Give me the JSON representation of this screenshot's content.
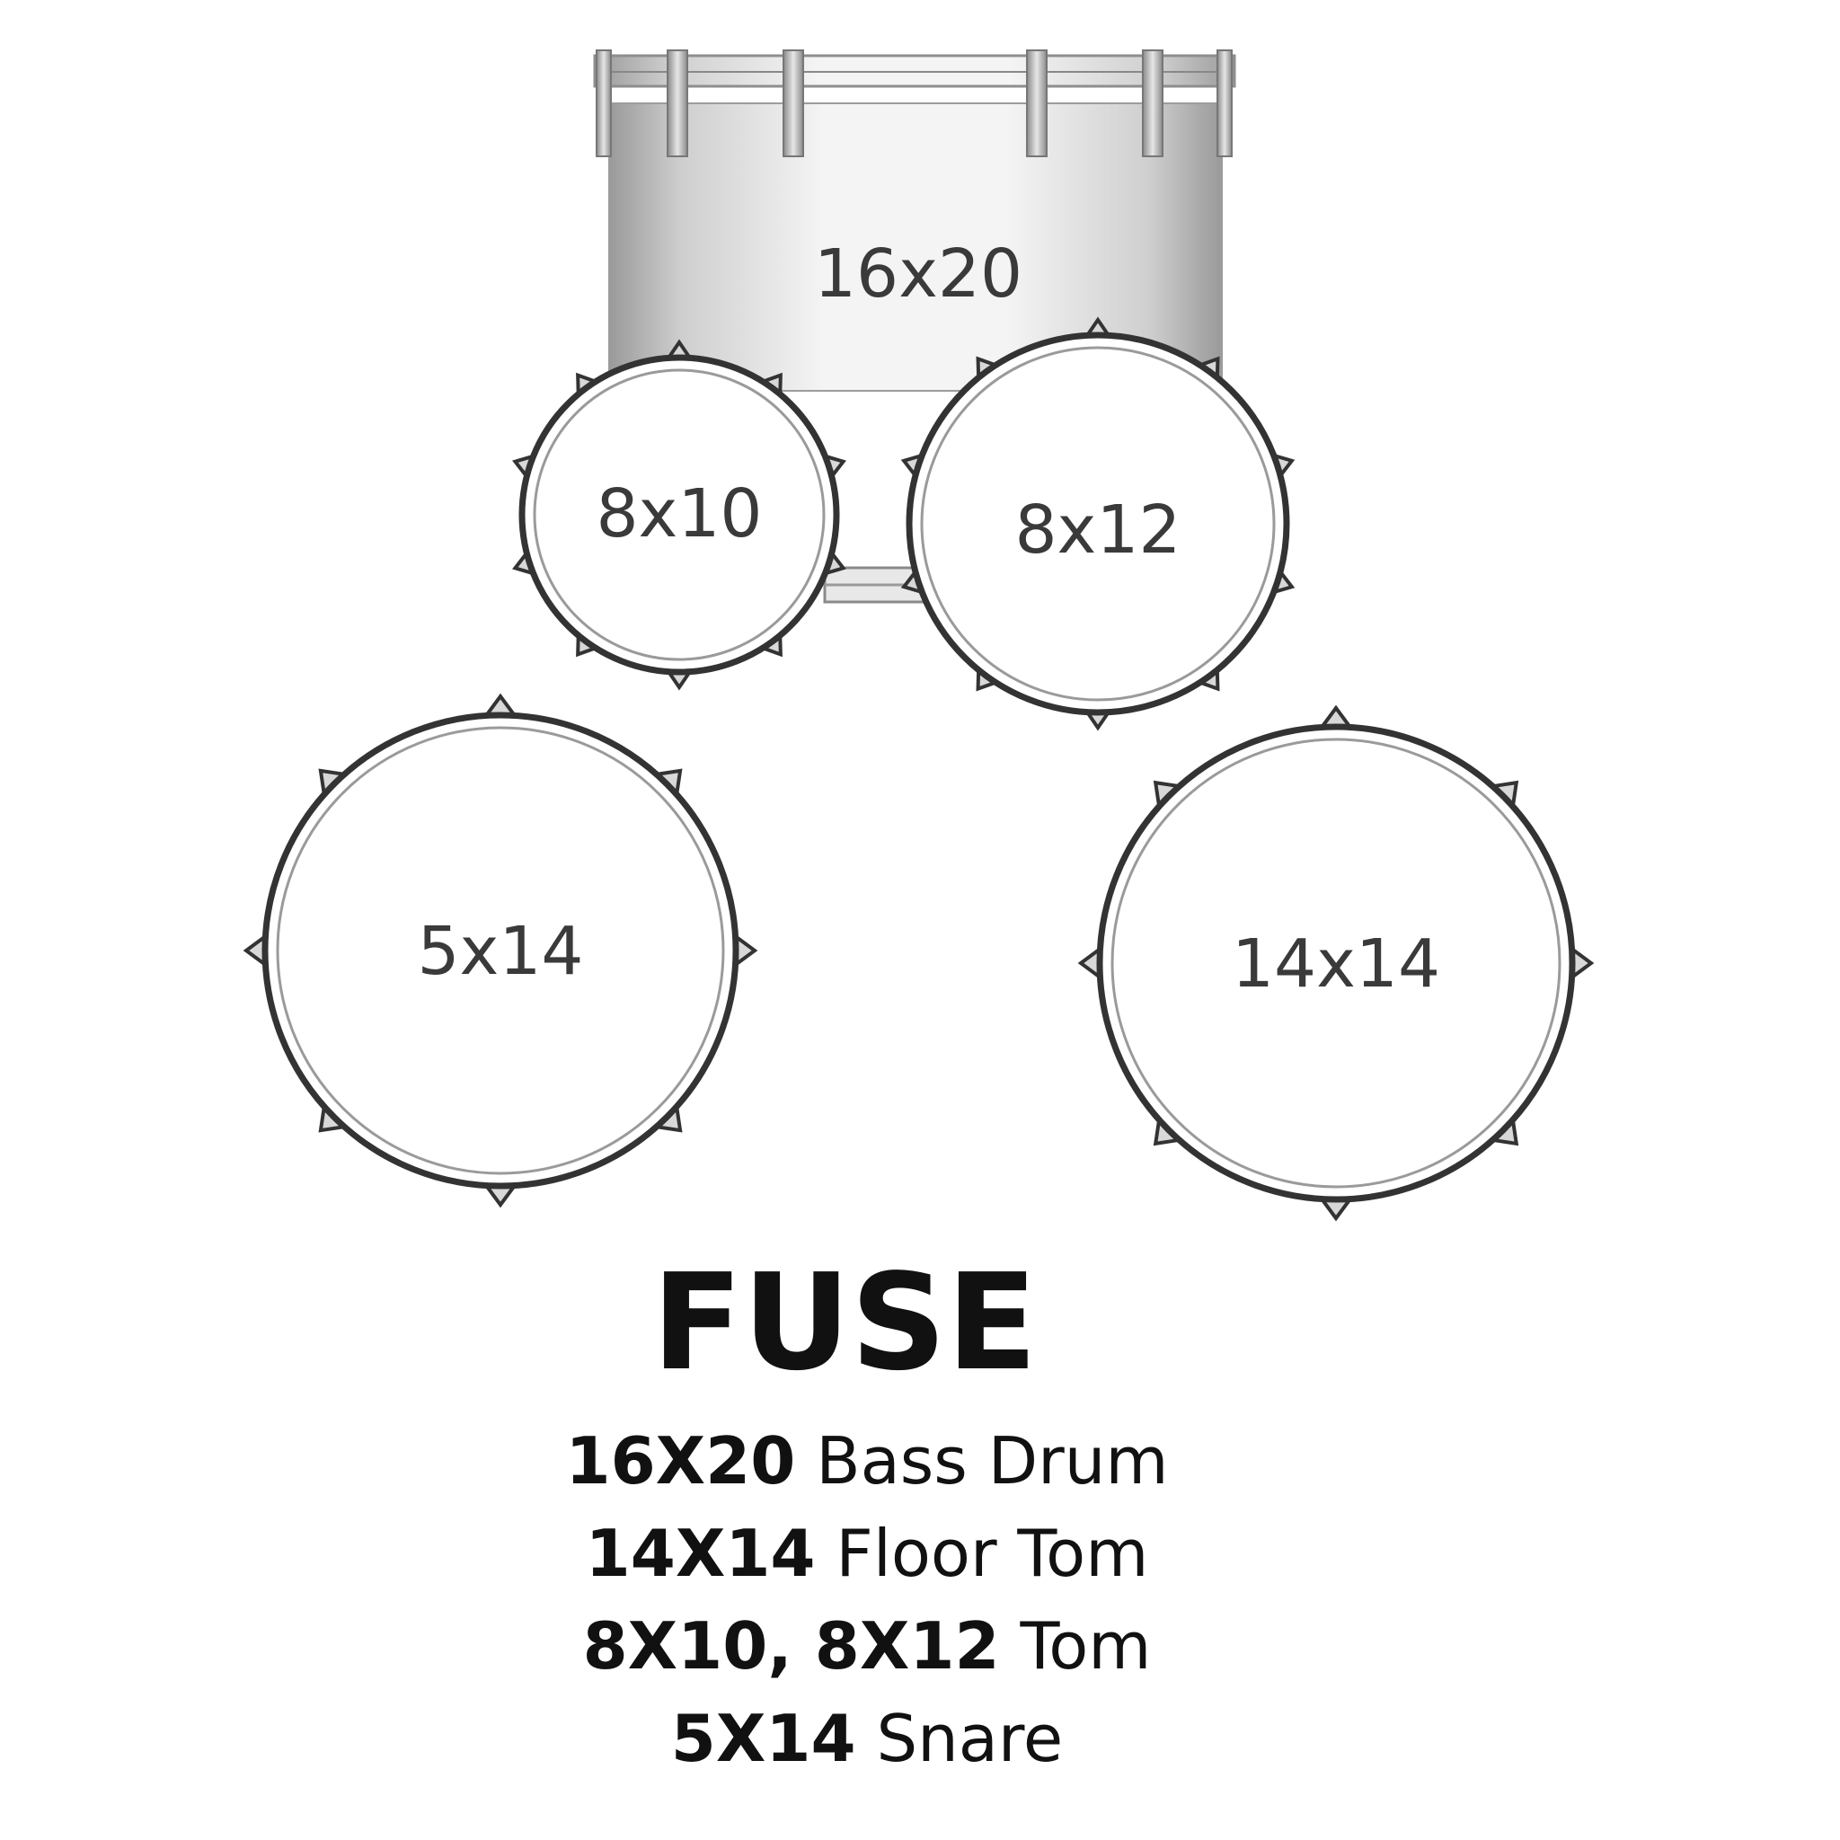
{
  "drums": [
    {
      "id": "bass",
      "label": "16x20"
    },
    {
      "id": "tom1",
      "label": "8x10"
    },
    {
      "id": "tom2",
      "label": "8x12"
    },
    {
      "id": "snare",
      "label": "5x14"
    },
    {
      "id": "floor",
      "label": "14x14"
    }
  ],
  "title": "FUSE",
  "specs": [
    {
      "size": "16X20",
      "name": "Bass Drum"
    },
    {
      "size": "14X14",
      "name": "Floor Tom"
    },
    {
      "size": "8X10, 8X12",
      "name": "Tom"
    },
    {
      "size": "5X14",
      "name": "Snare"
    }
  ],
  "colors": {
    "outline": "#333333",
    "hardware": "#cfcfcf",
    "text": "#111111"
  }
}
